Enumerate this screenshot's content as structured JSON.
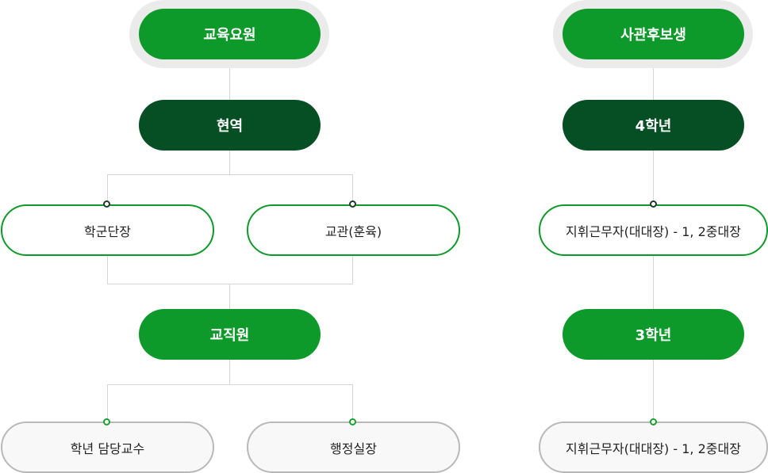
{
  "left_tree": {
    "root": "교육요원",
    "level1": "현역",
    "branch1": [
      "학군단장",
      "교관(훈육)"
    ],
    "level2": "교직원",
    "branch2": [
      "학년 담당교수",
      "행정실장"
    ]
  },
  "right_tree": {
    "root": "사관후보생",
    "level1": "4학년",
    "child1": "지휘근무자(대대장) - 1, 2중대장",
    "level2": "3학년",
    "child2": "지휘근무자(대대장) - 1, 2중대장"
  },
  "colors": {
    "primary_green": "#0e9a2a",
    "dark_green": "#064f24",
    "connector_gray": "#d6d6d6",
    "outline_gray": "#b9b9b9"
  }
}
